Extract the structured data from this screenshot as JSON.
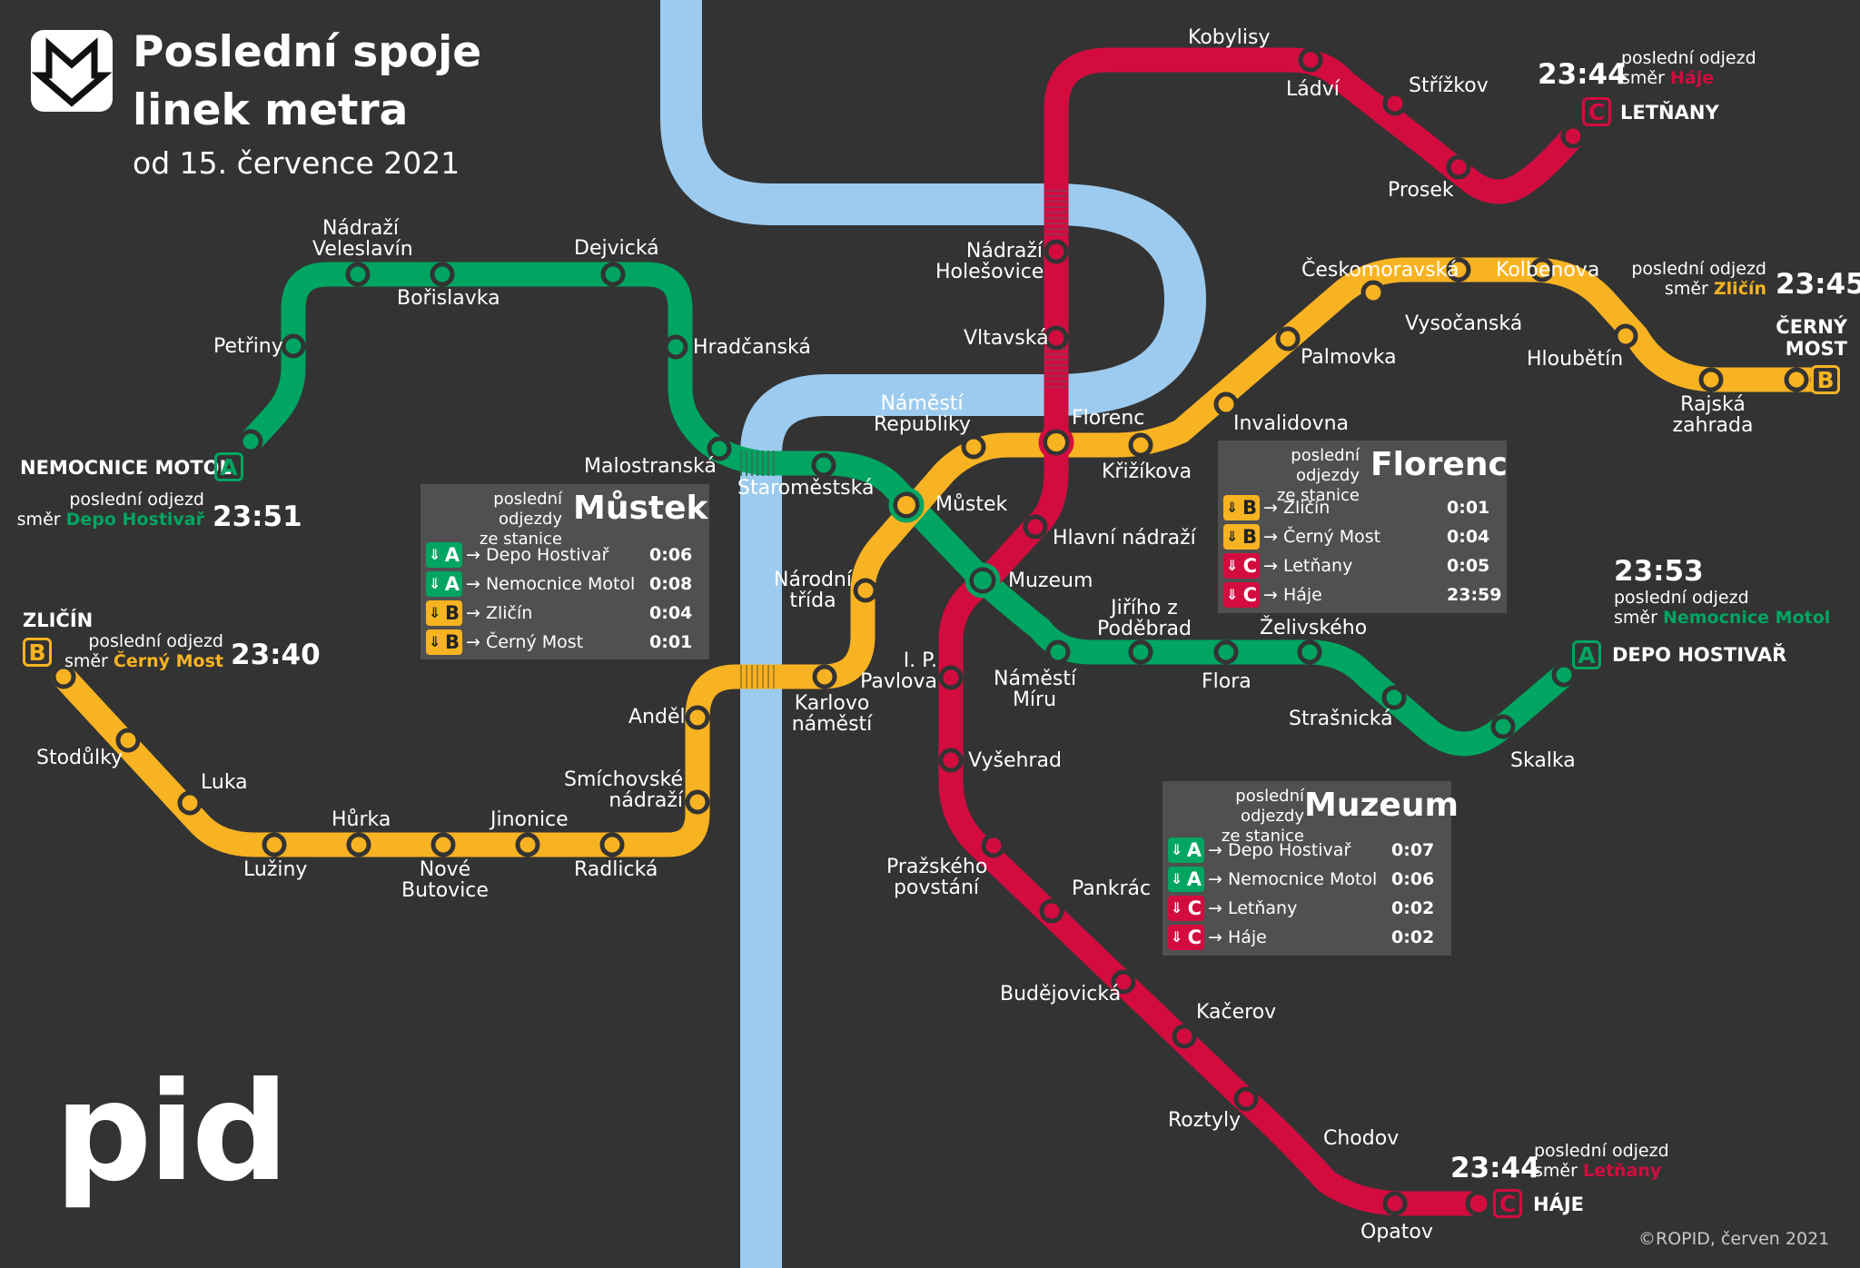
{
  "header": {
    "title_line1": "Poslední spoje",
    "title_line2": "linek metra",
    "subtitle": "od 15. července 2021",
    "logo_icon": "metro-arrow-icon"
  },
  "colors": {
    "lineA": "#00a562",
    "lineB": "#f8b322",
    "lineC": "#d30c40",
    "river": "#9ccbef",
    "background": "#333333",
    "panel": "#505050"
  },
  "stations": {
    "A": [
      "Petřiny",
      "Nádraží Veleslavín",
      "Bořislavka",
      "Dejvická",
      "Hradčanská",
      "Malostranská",
      "Staroměstská",
      "Můstek",
      "Muzeum",
      "Náměstí Míru",
      "Jiřího z Poděbrad",
      "Flora",
      "Želivského",
      "Strašnická",
      "Skalka"
    ],
    "B": [
      "Stodůlky",
      "Luka",
      "Lužiny",
      "Hůrka",
      "Nové Butovice",
      "Jinonice",
      "Radlická",
      "Smíchovské nádraží",
      "Anděl",
      "Karlovo náměstí",
      "Národní třída",
      "Můstek",
      "Náměstí Republiky",
      "Florenc",
      "Křižíkova",
      "Invalidovna",
      "Palmovka",
      "Českomoravská",
      "Vysočanská",
      "Kolbenova",
      "Hloubětín",
      "Rajská zahrada"
    ],
    "C": [
      "Kobylisy",
      "Ládví",
      "Střížkov",
      "Prosek",
      "Nádraží Holešovice",
      "Vltavská",
      "Florenc",
      "Hlavní nádraží",
      "Muzeum",
      "I. P. Pavlova",
      "Vyšehrad",
      "Pražského povstání",
      "Pankrác",
      "Budějovická",
      "Kačerov",
      "Roztyly",
      "Chodov",
      "Opatov"
    ]
  },
  "terminals": {
    "motol": {
      "name": "NEMOCNICE MOTOL",
      "line": "A",
      "label": "poslední odjezd",
      "dir_prefix": "směr",
      "dir": "Depo Hostivař",
      "time": "23:51"
    },
    "zlicin": {
      "name": "ZLIČÍN",
      "line": "B",
      "label": "poslední odjezd",
      "dir_prefix": "směr",
      "dir": "Černý Most",
      "time": "23:40"
    },
    "letnany": {
      "name": "LETŇANY",
      "line": "C",
      "label": "poslední odjezd",
      "dir_prefix": "směr",
      "dir": "Háje",
      "time": "23:44"
    },
    "cerny_most": {
      "name_line1": "ČERNÝ",
      "name_line2": "MOST",
      "line": "B",
      "label": "poslední odjezd",
      "dir_prefix": "směr",
      "dir": "Zličín",
      "time": "23:45"
    },
    "hostivar": {
      "name": "DEPO HOSTIVAŘ",
      "line": "A",
      "label": "poslední odjezd",
      "dir_prefix": "směr",
      "dir": "Nemocnice Motol",
      "time": "23:53"
    },
    "haje": {
      "name": "HÁJE",
      "line": "C",
      "label": "poslední odjezd",
      "dir_prefix": "směr",
      "dir": "Letňany",
      "time": "23:44"
    }
  },
  "panels": {
    "mustek": {
      "heading_line1": "poslední odjezdy",
      "heading_line2": "ze stanice",
      "name": "Můstek",
      "rows": [
        {
          "line": "A",
          "dest": "Depo Hostivař",
          "time": "0:06"
        },
        {
          "line": "A",
          "dest": "Nemocnice Motol",
          "time": "0:08"
        },
        {
          "line": "B",
          "dest": "Zličín",
          "time": "0:04"
        },
        {
          "line": "B",
          "dest": "Černý Most",
          "time": "0:01"
        }
      ]
    },
    "florenc": {
      "heading_line1": "poslední odjezdy",
      "heading_line2": "ze stanice",
      "name": "Florenc",
      "rows": [
        {
          "line": "B",
          "dest": "Zličín",
          "time": "0:01"
        },
        {
          "line": "B",
          "dest": "Černý Most",
          "time": "0:04"
        },
        {
          "line": "C",
          "dest": "Letňany",
          "time": "0:05"
        },
        {
          "line": "C",
          "dest": "Háje",
          "time": "23:59"
        }
      ]
    },
    "muzeum": {
      "heading_line1": "poslední odjezdy",
      "heading_line2": "ze stanice",
      "name": "Muzeum",
      "rows": [
        {
          "line": "A",
          "dest": "Depo Hostivař",
          "time": "0:07"
        },
        {
          "line": "A",
          "dest": "Nemocnice Motol",
          "time": "0:06"
        },
        {
          "line": "C",
          "dest": "Letňany",
          "time": "0:02"
        },
        {
          "line": "C",
          "dest": "Háje",
          "time": "0:02"
        }
      ]
    }
  },
  "footer": {
    "brand": "pid",
    "copyright": "©ROPID, červen 2021"
  }
}
